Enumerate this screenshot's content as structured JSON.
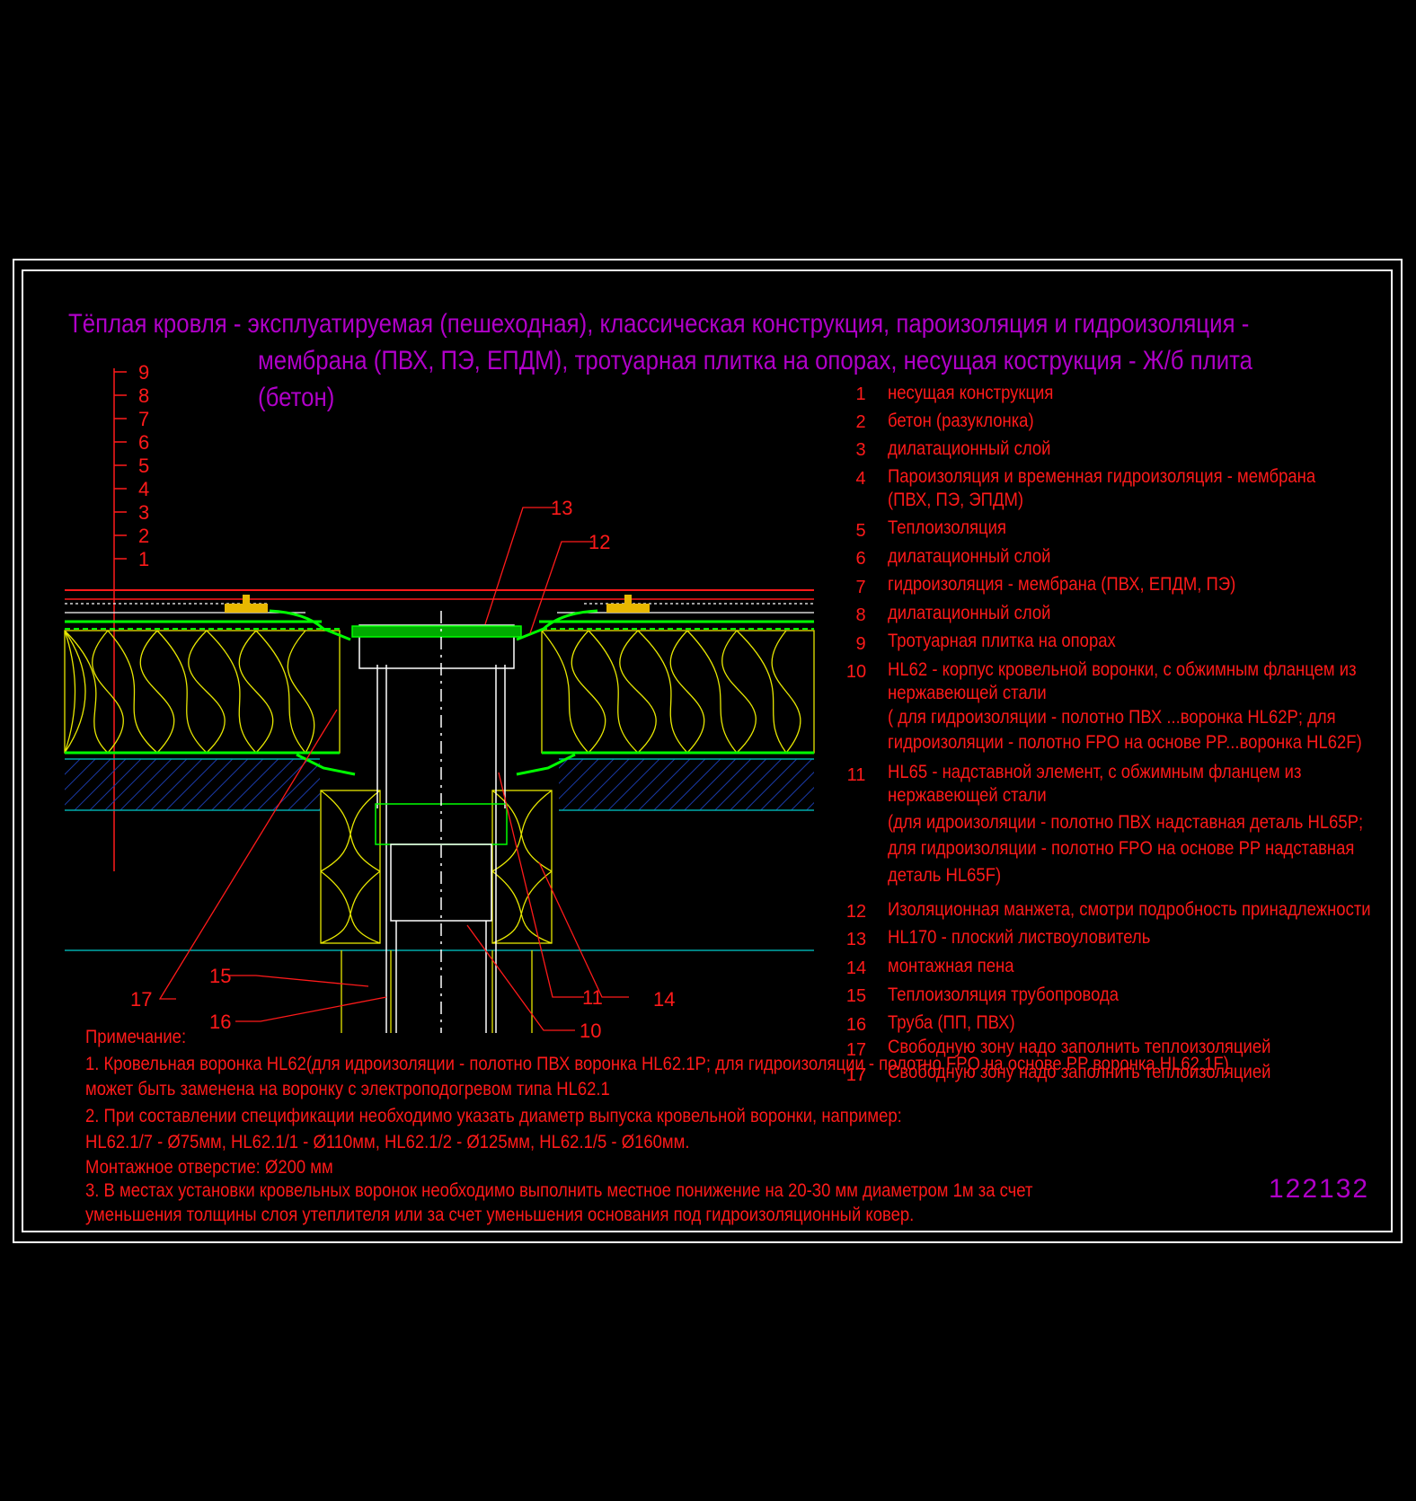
{
  "title": {
    "line1": "Тёплая кровля - эксплуатируемая (пешеходная), классическая конструкция, пароизоляция и гидроизоляция -",
    "line2": "мембрана (ПВХ, ПЭ, ЕПДМ), тротуарная плитка на опорах, несущая кострукция - Ж/б плита",
    "line3": "(бетон)"
  },
  "levels": [
    "9",
    "8",
    "7",
    "6",
    "5",
    "4",
    "3",
    "2",
    "1"
  ],
  "legend": [
    {
      "n": "1",
      "lines": [
        "несущая конструкция"
      ]
    },
    {
      "n": "2",
      "lines": [
        "бетон (разуклонка)"
      ]
    },
    {
      "n": "3",
      "lines": [
        "дилатационный слой"
      ]
    },
    {
      "n": "4",
      "lines": [
        "Пароизоляция и временная гидроизоляция - мембрана",
        "(ПВХ, ПЭ, ЭПДМ)"
      ]
    },
    {
      "n": "5",
      "lines": [
        "Теплоизоляция"
      ]
    },
    {
      "n": "6",
      "lines": [
        "дилатационный слой"
      ]
    },
    {
      "n": "7",
      "lines": [
        "гидроизоляция - мембрана (ПВХ, ЕПДМ, ПЭ)"
      ]
    },
    {
      "n": "8",
      "lines": [
        "дилатационный слой"
      ]
    },
    {
      "n": "9",
      "lines": [
        "Тротуарная плитка на опорах"
      ]
    },
    {
      "n": "10",
      "lines": [
        "HL62 - корпус кровельной воронки, с обжимным фланцем из",
        "нержавеющей стали",
        " ( для гидроизоляции - полотно ПВХ ...воронка HL62P; для",
        " гидроизоляции -  полотно FPO на основе PP...воронка HL62F)"
      ]
    },
    {
      "n": "11",
      "lines": [
        "HL65 - надставной элемент, с обжимным фланцем из",
        "нержавеющей стали",
        " (для идроизоляции - полотно ПВХ надставная деталь HL65P;",
        " для гидроизоляции -  полотно FPO на основе PP надставная",
        " деталь HL65F)"
      ]
    },
    {
      "n": "12",
      "lines": [
        "Изоляционная  манжета, смотри подробность принадлежности"
      ]
    },
    {
      "n": "13",
      "lines": [
        "HL170 - плоский листвоуловитель"
      ]
    },
    {
      "n": "14",
      "lines": [
        "монтажная пена"
      ]
    },
    {
      "n": "15",
      "lines": [
        "Теплоизоляция трубопровода"
      ]
    },
    {
      "n": "16",
      "lines": [
        "Труба (ПП, ПВХ)"
      ]
    },
    {
      "n": "17",
      "lines": [
        "Свободную зону надо заполнить теплоизоляцией"
      ]
    }
  ],
  "callouts": {
    "c13": "13",
    "c12": "12",
    "c17": "17",
    "c15": "15",
    "c16": "16",
    "c11": "11",
    "c10": "10",
    "c14": "14"
  },
  "notes": {
    "heading": "Примечание:",
    "l1": "1. Кровельная воронка HL62(для идроизоляции - полотно ПВХ воронка HL62.1P; для гидроизоляции -  полотно FPO на основе PP воронка HL62.1F)",
    "l2": "    может быть заменена на воронку с электроподогревом типа HL62.1",
    "l3": "2. При составлении спецификации необходимо указать диаметр выпуска кровельной воронки, например:",
    "l4": "    HL62.1/7 - Ø75мм, HL62.1/1 - Ø110мм, HL62.1/2 - Ø125мм, HL62.1/5 - Ø160мм.",
    "l5": "    Монтажное отверстие: Ø200 мм",
    "l6": "3. В местах установки кровельных воронок необходимо выполнить местное понижение на 20-30 мм диаметром 1м за счет",
    "l7": "    уменьшения толщины слоя утеплителя или за счет уменьшения основания под гидроизоляционный ковер."
  },
  "sheet_number": "122132",
  "colors": {
    "bg": "#000000",
    "frame": "#ffffff",
    "text_red": "#ff1a1a",
    "title_magenta": "#b000c8",
    "insulation": "#e8e800",
    "membrane": "#00ff00",
    "concrete": "#1a3aa8",
    "leader": "#ff1a1a",
    "water": "#00ffff"
  }
}
